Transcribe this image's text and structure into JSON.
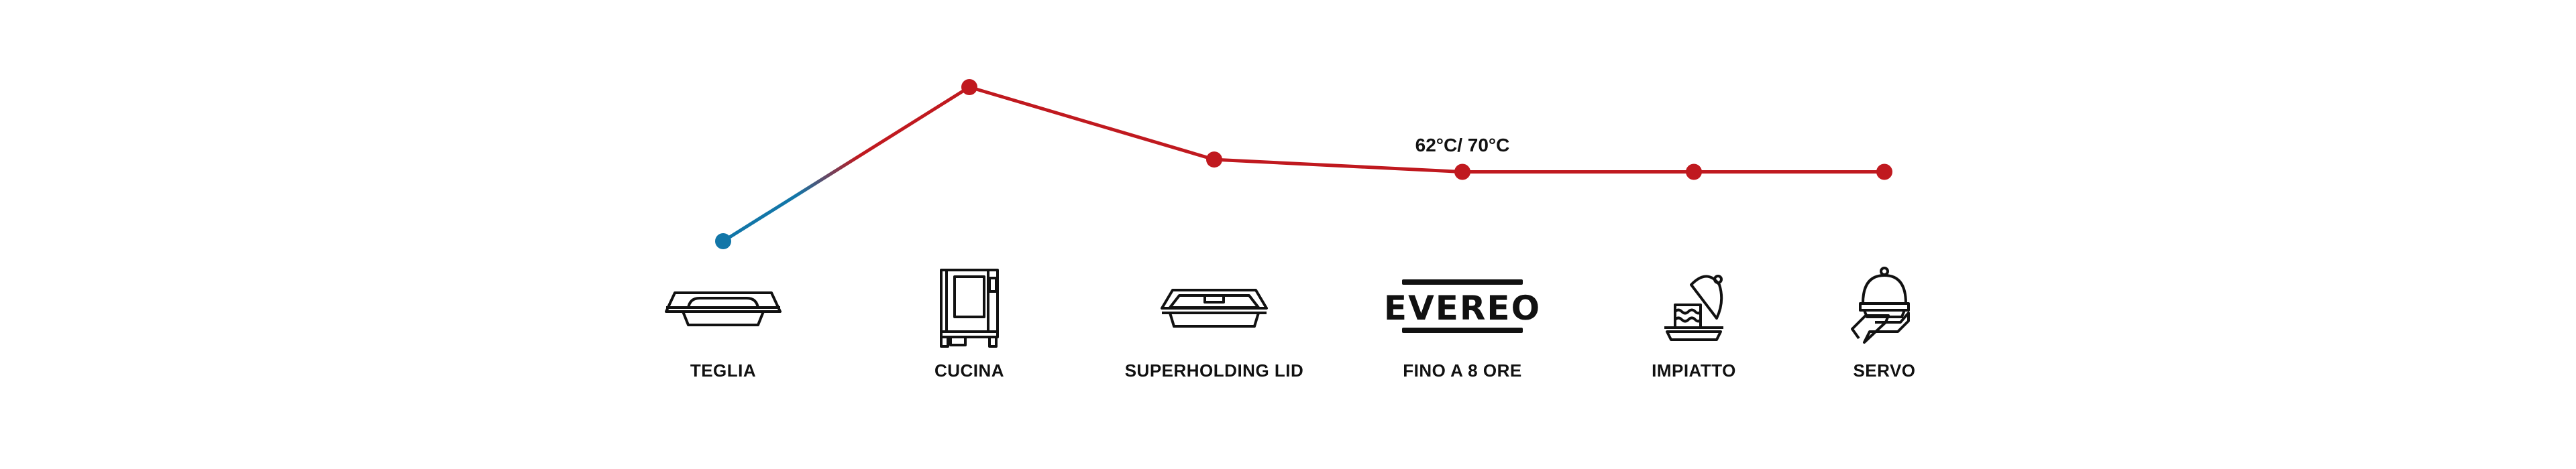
{
  "chart_data": {
    "type": "line",
    "title": "",
    "xlabel": "",
    "ylabel": "",
    "categories": [
      "TEGLIA",
      "CUCINA",
      "SUPERHOLDING LID",
      "FINO A 8 ORE",
      "IMPIATTO",
      "SERVO"
    ],
    "icons": [
      "tray-icon",
      "oven-icon",
      "lidded-tray-icon",
      "evereo-logo-icon",
      "plated-cloche-icon",
      "serving-hand-cloche-icon"
    ],
    "values": [
      0,
      100,
      53,
      45,
      45,
      45
    ],
    "ylim": [
      0,
      100
    ],
    "point_colors": [
      "#1276a8",
      "#c0191f",
      "#c0191f",
      "#c0191f",
      "#c0191f",
      "#c0191f"
    ],
    "grid": false,
    "annotation": {
      "text": "62°C/ 70°C",
      "category_index": 3
    }
  },
  "colors": {
    "cold": "#1276a8",
    "hot": "#c0191f"
  }
}
